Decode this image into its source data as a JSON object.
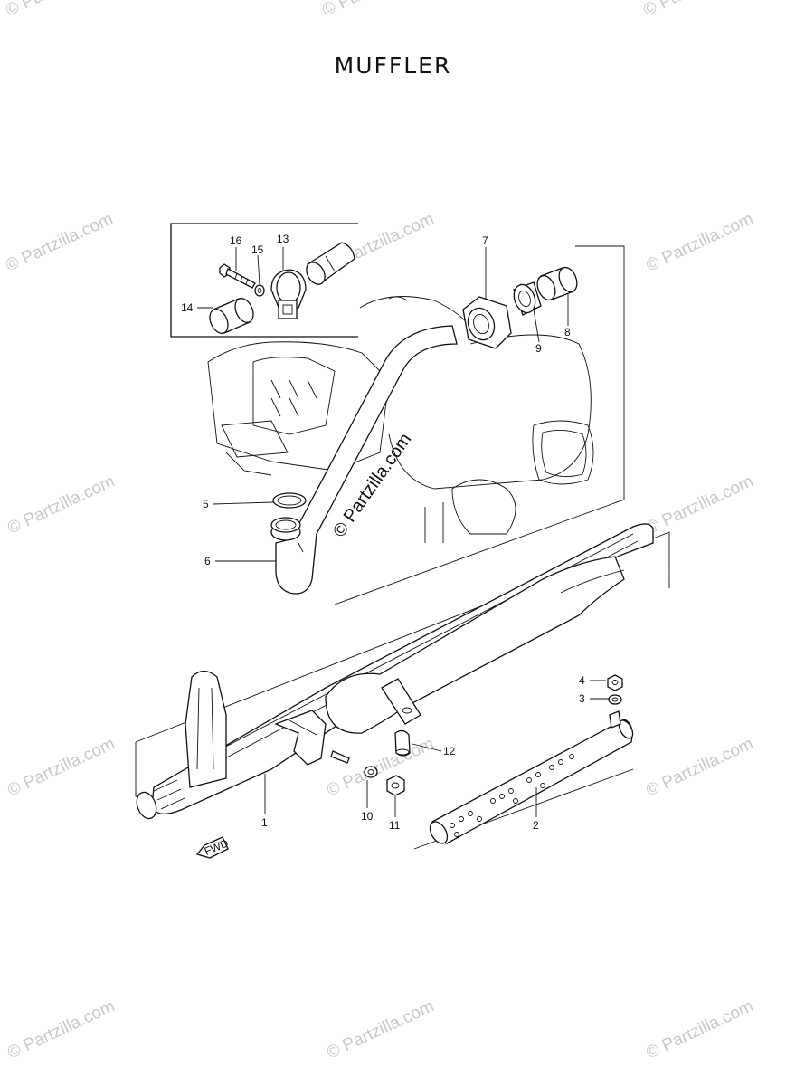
{
  "title": "MUFFLER",
  "center_watermark": "© Partzilla.com",
  "watermark": "© Partzilla.com",
  "fwd_label": "FWD",
  "callouts": [
    {
      "id": "c1",
      "label": "1"
    },
    {
      "id": "c2",
      "label": "2"
    },
    {
      "id": "c3",
      "label": "3"
    },
    {
      "id": "c4",
      "label": "4"
    },
    {
      "id": "c5",
      "label": "5"
    },
    {
      "id": "c6",
      "label": "6"
    },
    {
      "id": "c7",
      "label": "7"
    },
    {
      "id": "c8",
      "label": "8"
    },
    {
      "id": "c9",
      "label": "9"
    },
    {
      "id": "c10",
      "label": "10"
    },
    {
      "id": "c11",
      "label": "11"
    },
    {
      "id": "c12",
      "label": "12"
    },
    {
      "id": "c13",
      "label": "13"
    },
    {
      "id": "c14",
      "label": "14"
    },
    {
      "id": "c15",
      "label": "15"
    },
    {
      "id": "c16",
      "label": "16"
    }
  ]
}
